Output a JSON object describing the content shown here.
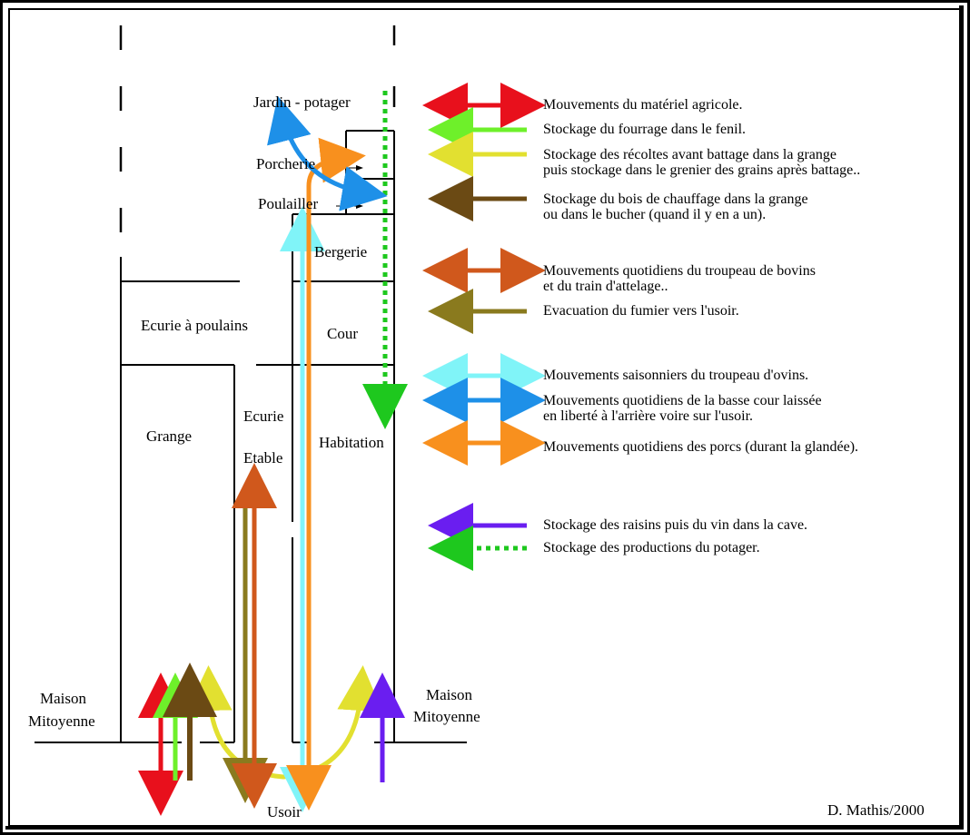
{
  "labels": {
    "jardin": "Jardin - potager",
    "porcherie": "Porcherie",
    "poulailler": "Poulailler",
    "bergerie": "Bergerie",
    "cour": "Cour",
    "ecurie_poulains": "Ecurie à poulains",
    "grange": "Grange",
    "ecurie": "Ecurie",
    "etable": "Etable",
    "habitation": "Habitation",
    "maison_left_1": "Maison",
    "maison_left_2": "Mitoyenne",
    "maison_right_1": "Maison",
    "maison_right_2": "Mitoyenne",
    "usoir": "Usoir",
    "credit": "D. Mathis/2000"
  },
  "legend": [
    {
      "color": "#e8101c",
      "style": "double",
      "line1": "Mouvements du matériel agricole.",
      "line2": ""
    },
    {
      "color": "#6ef02a",
      "style": "single",
      "line1": "Stockage du fourrage dans le fenil.",
      "line2": ""
    },
    {
      "color": "#e2e030",
      "style": "single",
      "line1": "Stockage des récoltes avant battage dans la grange",
      "line2": "puis stockage dans le grenier des grains après battage.."
    },
    {
      "color": "#6b4a14",
      "style": "single",
      "line1": "Stockage du bois de chauffage dans la grange",
      "line2": "ou dans le bucher (quand il y en a un)."
    },
    {
      "color": "#d0581c",
      "style": "double",
      "line1": "Mouvements quotidiens du troupeau de bovins",
      "line2": "et du train d'attelage.."
    },
    {
      "color": "#8a7a1e",
      "style": "single",
      "line1": "Evacuation du fumier vers l'usoir.",
      "line2": ""
    },
    {
      "color": "#80f4f8",
      "style": "double",
      "line1": "Mouvements saisonniers du troupeau d'ovins.",
      "line2": ""
    },
    {
      "color": "#1e90e8",
      "style": "double",
      "line1": "Mouvements quotidiens de la basse cour laissée",
      "line2": "en liberté à l'arrière voire  sur l'usoir."
    },
    {
      "color": "#f8901e",
      "style": "double",
      "line1": "Mouvements quotidiens des porcs (durant la glandée).",
      "line2": ""
    },
    {
      "color": "#6a1ef0",
      "style": "single",
      "line1": "Stockage des raisins puis du vin dans la cave.",
      "line2": ""
    },
    {
      "color": "#1ec81e",
      "style": "dotted",
      "line1": "Stockage des productions du potager.",
      "line2": ""
    }
  ]
}
